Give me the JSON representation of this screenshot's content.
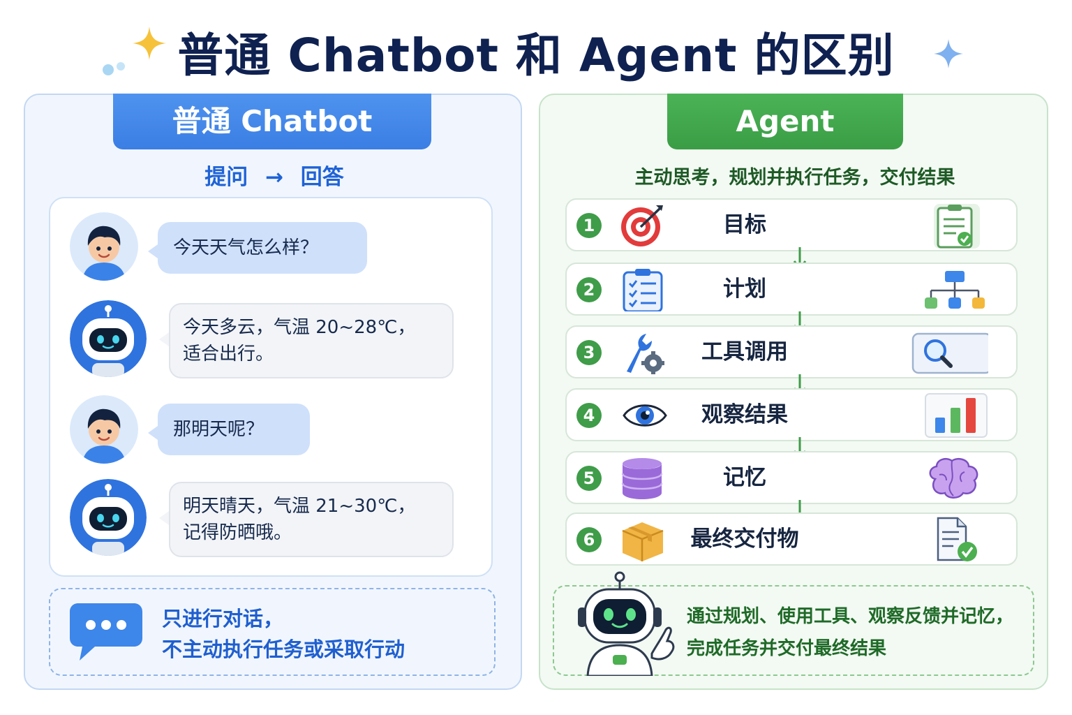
{
  "title": "普通 Chatbot 和 Agent 的区别",
  "left": {
    "tab": "普通 Chatbot",
    "subtitle_q": "提问",
    "subtitle_arrow": "→",
    "subtitle_a": "回答",
    "chat": [
      {
        "role": "user",
        "text": "今天天气怎么样？"
      },
      {
        "role": "bot",
        "line1": "今天多云，气温 20~28℃，",
        "line2": "适合出行。"
      },
      {
        "role": "user",
        "text": "那明天呢？"
      },
      {
        "role": "bot",
        "line1": "明天晴天，气温 21~30℃，",
        "line2": "记得防晒哦。"
      }
    ],
    "note_line1": "只进行对话，",
    "note_line2": "不主动执行任务或采取行动"
  },
  "right": {
    "tab": "Agent",
    "subtitle": "主动思考，规划并执行任务，交付结果",
    "steps": [
      {
        "num": "1",
        "label": "目标",
        "icon": "target-icon",
        "right_icon": "clipboard-check-icon"
      },
      {
        "num": "2",
        "label": "计划",
        "icon": "checklist-icon",
        "right_icon": "hierarchy-icon"
      },
      {
        "num": "3",
        "label": "工具调用",
        "icon": "wrench-gear-icon",
        "right_icon": "search-window-icon"
      },
      {
        "num": "4",
        "label": "观察结果",
        "icon": "eye-icon",
        "right_icon": "bar-chart-icon"
      },
      {
        "num": "5",
        "label": "记忆",
        "icon": "database-icon",
        "right_icon": "brain-icon"
      },
      {
        "num": "6",
        "label": "最终交付物",
        "icon": "package-icon",
        "right_icon": "document-check-icon"
      }
    ],
    "note_line1": "通过规划、使用工具、观察反馈并记忆，",
    "note_line2": "完成任务并交付最终结果"
  },
  "colors": {
    "chatbot_blue": "#3b7ee4",
    "agent_green": "#3a9d45",
    "title_navy": "#0f2150"
  }
}
